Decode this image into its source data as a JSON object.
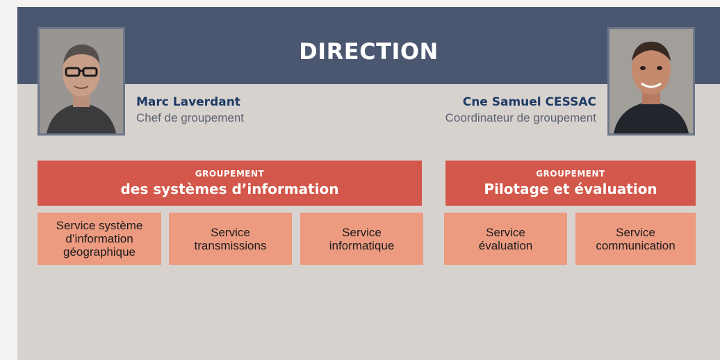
{
  "header": {
    "title": "DIRECTION"
  },
  "people": [
    {
      "name": "Marc Laverdant",
      "role": "Chef de groupement",
      "photo_icon": "portrait-photo"
    },
    {
      "name": "Cne Samuel CESSAC",
      "role": "Coordinateur de groupement",
      "photo_icon": "portrait-photo"
    }
  ],
  "groups": [
    {
      "kicker": "GROUPEMENT",
      "name": "des systèmes d’information",
      "services": [
        "Service système\nd’information\ngéographique",
        "Service\ntransmissions",
        "Service\ninformatique"
      ]
    },
    {
      "kicker": "GROUPEMENT",
      "name": "Pilotage et évaluation",
      "services": [
        "Service\névaluation",
        "Service\ncommunication"
      ]
    }
  ],
  "colors": {
    "header": "#4b5770",
    "panel": "#d8d2cf",
    "group": "#d3574a",
    "service": "#ec9a80",
    "name": "#1e3a66"
  }
}
